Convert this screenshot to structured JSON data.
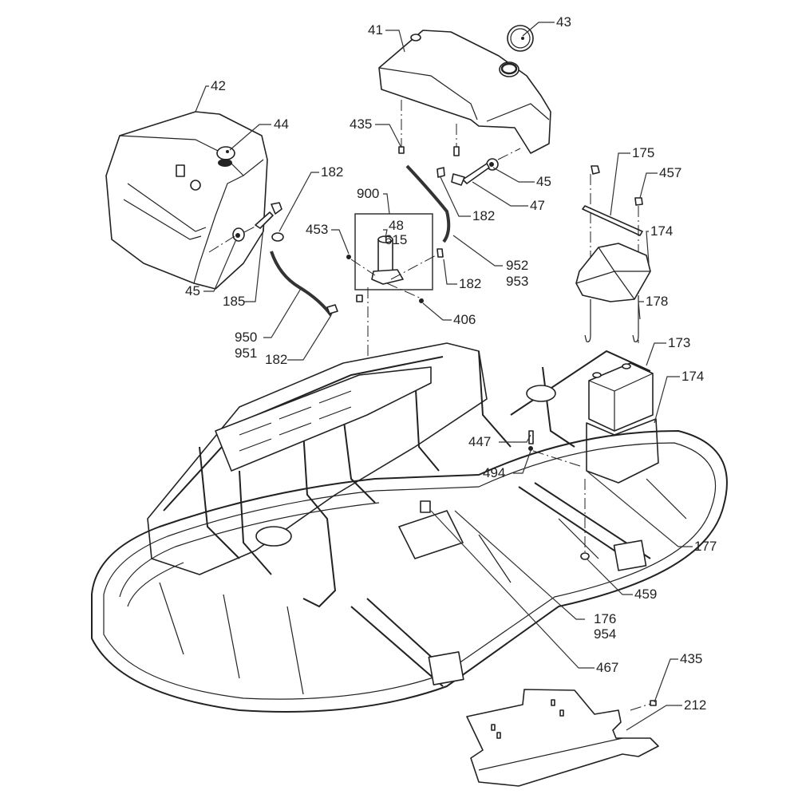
{
  "diagram": {
    "type": "exploded-parts-view",
    "subject": "Ride-on power trowel frame with fuel tanks, fuel pump and battery",
    "callouts": [
      {
        "id": "c41",
        "text": "41"
      },
      {
        "id": "c43",
        "text": "43"
      },
      {
        "id": "c42",
        "text": "42"
      },
      {
        "id": "c44",
        "text": "44"
      },
      {
        "id": "c435a",
        "text": "435"
      },
      {
        "id": "c45a",
        "text": "45"
      },
      {
        "id": "c47",
        "text": "47"
      },
      {
        "id": "c182a",
        "text": "182"
      },
      {
        "id": "c182b",
        "text": "182"
      },
      {
        "id": "c900",
        "text": "900"
      },
      {
        "id": "c48",
        "text": "48"
      },
      {
        "id": "c615",
        "text": "615"
      },
      {
        "id": "c453",
        "text": "453"
      },
      {
        "id": "c952",
        "text": "952"
      },
      {
        "id": "c953",
        "text": "953"
      },
      {
        "id": "c182c",
        "text": "182"
      },
      {
        "id": "c45b",
        "text": "45"
      },
      {
        "id": "c185",
        "text": "185"
      },
      {
        "id": "c406",
        "text": "406"
      },
      {
        "id": "c950",
        "text": "950"
      },
      {
        "id": "c951",
        "text": "951"
      },
      {
        "id": "c182d",
        "text": "182"
      },
      {
        "id": "c175",
        "text": "175"
      },
      {
        "id": "c457",
        "text": "457"
      },
      {
        "id": "c174a",
        "text": "174"
      },
      {
        "id": "c178",
        "text": "178"
      },
      {
        "id": "c173",
        "text": "173"
      },
      {
        "id": "c174b",
        "text": "174"
      },
      {
        "id": "c447",
        "text": "447"
      },
      {
        "id": "c494",
        "text": "494"
      },
      {
        "id": "c177",
        "text": "177"
      },
      {
        "id": "c459",
        "text": "459"
      },
      {
        "id": "c176",
        "text": "176"
      },
      {
        "id": "c954",
        "text": "954"
      },
      {
        "id": "c467",
        "text": "467"
      },
      {
        "id": "c435b",
        "text": "435"
      },
      {
        "id": "c212",
        "text": "212"
      }
    ]
  }
}
